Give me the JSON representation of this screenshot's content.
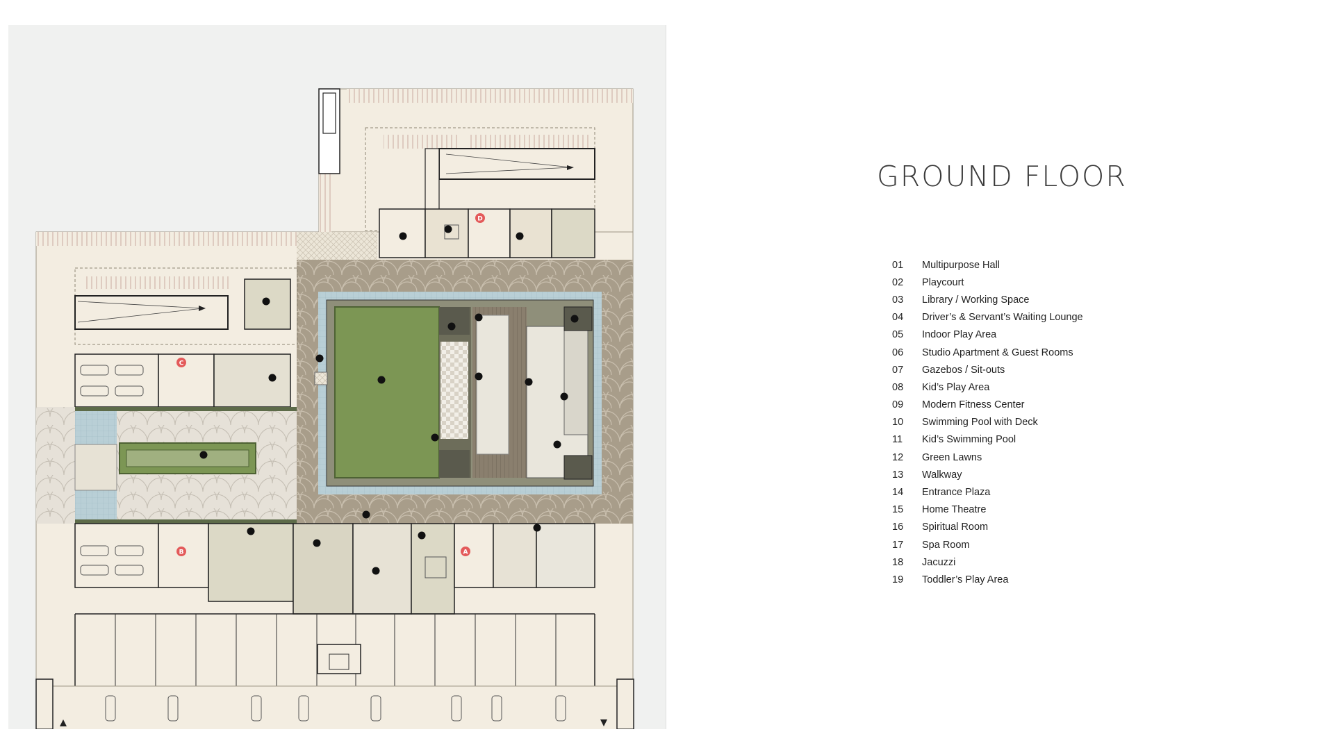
{
  "title": "GROUND FLOOR",
  "legend": [
    {
      "num": "01",
      "label": "Multipurpose Hall"
    },
    {
      "num": "02",
      "label": "Playcourt"
    },
    {
      "num": "03",
      "label": "Library / Working Space"
    },
    {
      "num": "04",
      "label": "Driver’s & Servant’s Waiting Lounge"
    },
    {
      "num": "05",
      "label": "Indoor Play Area"
    },
    {
      "num": "06",
      "label": "Studio Apartment & Guest Rooms"
    },
    {
      "num": "07",
      "label": "Gazebos / Sit-outs"
    },
    {
      "num": "08",
      "label": "Kid’s Play Area"
    },
    {
      "num": "09",
      "label": "Modern Fitness Center"
    },
    {
      "num": "10",
      "label": "Swimming Pool with Deck"
    },
    {
      "num": "11",
      "label": "Kid’s Swimming Pool"
    },
    {
      "num": "12",
      "label": "Green Lawns"
    },
    {
      "num": "13",
      "label": "Walkway"
    },
    {
      "num": "14",
      "label": "Entrance Plaza"
    },
    {
      "num": "15",
      "label": "Home Theatre"
    },
    {
      "num": "16",
      "label": "Spiritual Room"
    },
    {
      "num": "17",
      "label": "Spa Room"
    },
    {
      "num": "18",
      "label": "Jacuzzi"
    },
    {
      "num": "19",
      "label": "Toddler’s Play Area"
    }
  ],
  "blocks": [
    "A",
    "B",
    "C",
    "D"
  ],
  "colors": {
    "panel": "#f0f1f0",
    "floor": "#f3ede1",
    "paving": "#a89d8a",
    "lawn": "#7c9654",
    "pool": "#b9cfd6",
    "block_marker": "#e35a5a",
    "marker": "#111111"
  }
}
